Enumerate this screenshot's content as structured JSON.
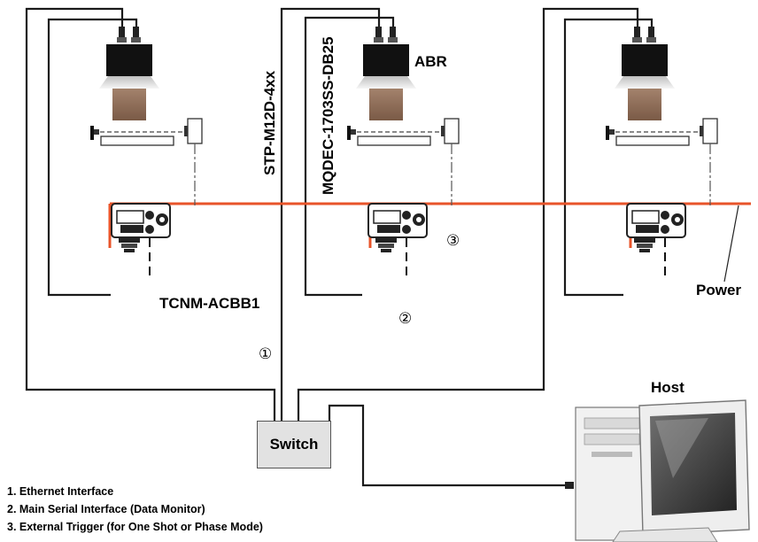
{
  "labels": {
    "cable_ethernet": "STP-M12D-4xx",
    "cable_serial": "MQDEC-1703SS-DB25",
    "reader": "ABR",
    "connection_box": "TCNM-ACBB1",
    "power": "Power",
    "host": "Host",
    "switch": "Switch"
  },
  "markers": {
    "one": "①",
    "two": "②",
    "three": "③"
  },
  "legend": [
    "1. Ethernet Interface",
    "2. Main Serial Interface (Data Monitor)",
    "3. External Trigger (for One Shot or Phase Mode)"
  ],
  "colors": {
    "power_line": "#e8542a",
    "cable": "#1a1a1a",
    "reader_body": "#111111",
    "reader_window": "#8c6a55",
    "switch_fill": "#e2e2e2"
  },
  "icons": [
    "barcode-reader-icon",
    "connection-box-icon",
    "photocell-icon",
    "computer-icon"
  ]
}
